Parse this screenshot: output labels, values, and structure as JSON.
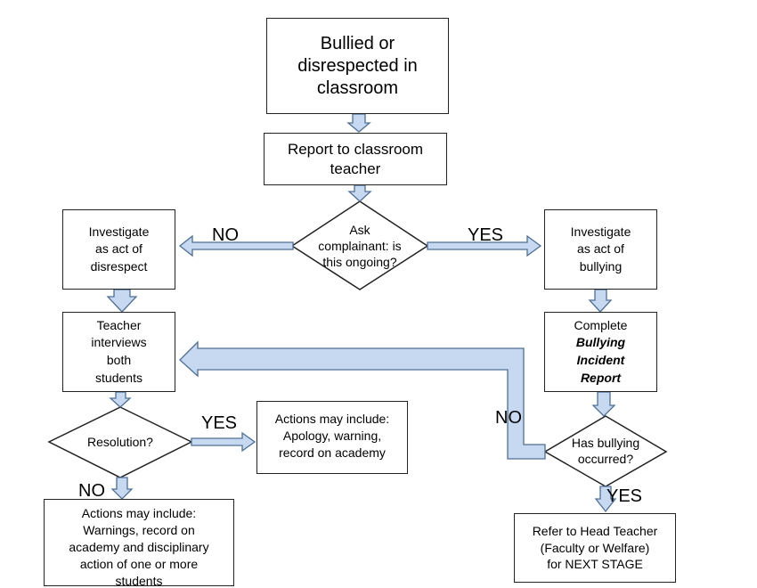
{
  "nodes": {
    "start": [
      "Bullied or",
      "disrespected in",
      "classroom"
    ],
    "report": [
      "Report to classroom",
      "teacher"
    ],
    "ask": [
      "Ask",
      "complainant: is",
      "this ongoing?"
    ],
    "disrespect": [
      "Investigate",
      "as act of",
      "disrespect"
    ],
    "bullying": [
      "Investigate",
      "as act of",
      "bullying"
    ],
    "interview": [
      "Teacher",
      "interviews",
      "both",
      "students"
    ],
    "complete": [
      "Complete",
      "Bullying",
      "Incident",
      "Report"
    ],
    "resolution": "Resolution?",
    "actions_yes": [
      "Actions may include:",
      "Apology, warning,",
      "record on academy"
    ],
    "has_bullying": [
      "Has bullying",
      "occurred?"
    ],
    "actions_no": [
      "Actions may include:",
      "Warnings, record on",
      "academy and disciplinary",
      "action of one or more",
      "students"
    ],
    "refer": [
      "Refer to Head Teacher",
      "(Faculty or Welfare)",
      "for NEXT STAGE"
    ]
  },
  "labels": {
    "no_ask": "NO",
    "yes_ask": "YES",
    "yes_resolution": "YES",
    "no_resolution": "NO",
    "no_bullying": "NO",
    "yes_bullying": "YES"
  },
  "colors": {
    "arrow_fill": "#c6d9f1",
    "arrow_stroke": "#4f6f95",
    "border": "#222222"
  }
}
